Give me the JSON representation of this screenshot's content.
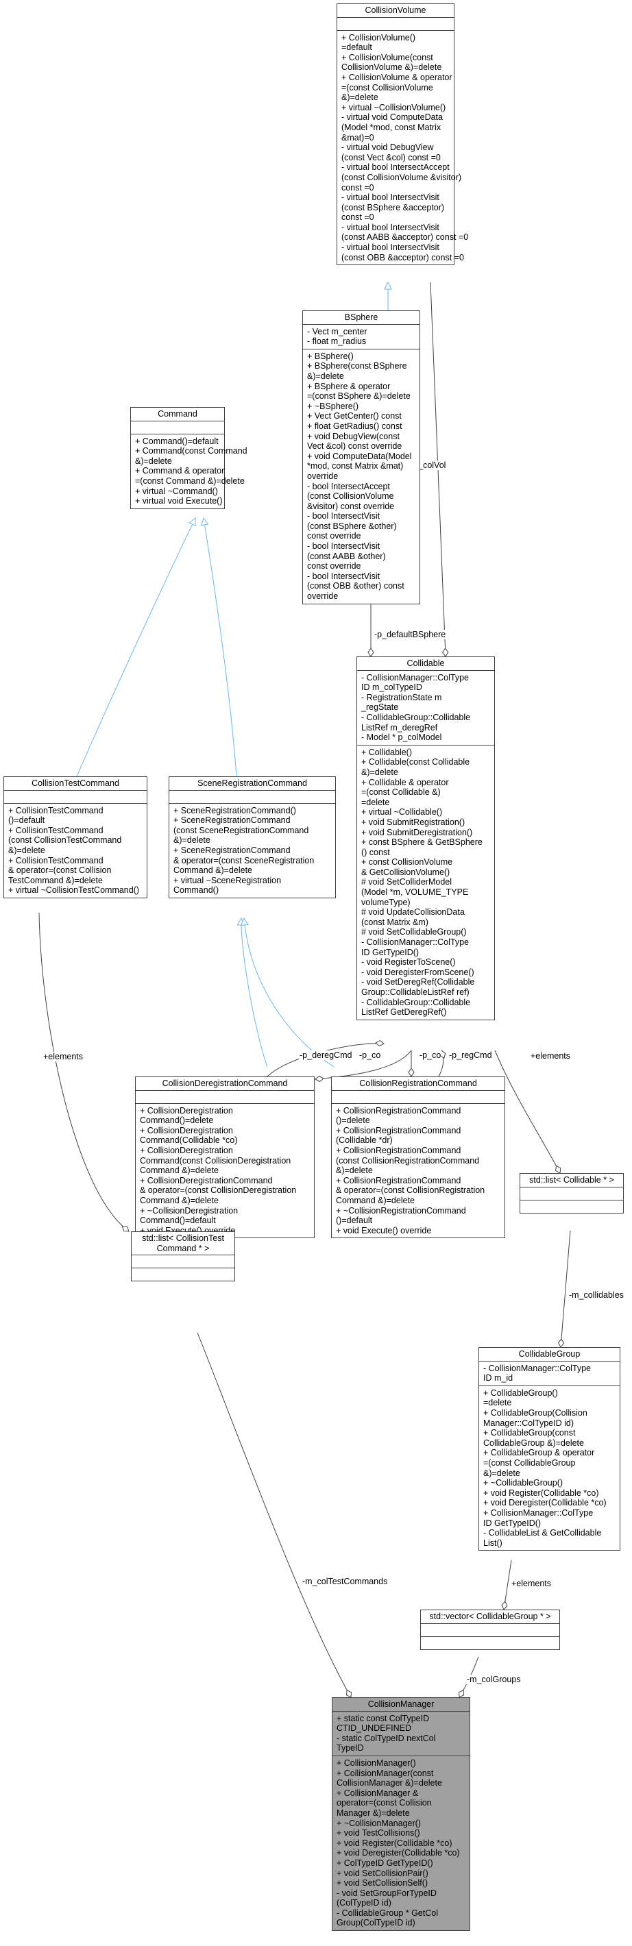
{
  "classes": {
    "CollisionVolume": {
      "title": "CollisionVolume",
      "attributes": [],
      "methods": [
        "+ CollisionVolume()",
        "=default",
        "+ CollisionVolume(const",
        " CollisionVolume &)=delete",
        "+ CollisionVolume & operator",
        "=(const CollisionVolume",
        " &)=delete",
        "+ virtual ~CollisionVolume()",
        "- virtual void ComputeData",
        "(Model *mod, const Matrix",
        " &mat)=0",
        "- virtual void DebugView",
        "(const Vect &col) const =0",
        "- virtual bool IntersectAccept",
        "(const CollisionVolume &visitor)",
        " const =0",
        "- virtual bool IntersectVisit",
        "(const BSphere &acceptor)",
        " const =0",
        "- virtual bool IntersectVisit",
        "(const AABB &acceptor) const =0",
        "- virtual bool IntersectVisit",
        "(const OBB &acceptor) const =0"
      ]
    },
    "BSphere": {
      "title": "BSphere",
      "attributes": [
        "- Vect m_center",
        "- float m_radius"
      ],
      "methods": [
        "+ BSphere()",
        "+ BSphere(const BSphere",
        " &)=delete",
        "+ BSphere & operator",
        "=(const BSphere &)=delete",
        "+ ~BSphere()",
        "+ Vect GetCenter() const",
        "+ float GetRadius() const",
        "+ void DebugView(const",
        " Vect &col) const override",
        "+ void ComputeData(Model",
        " *mod, const Matrix &mat)",
        " override",
        "- bool IntersectAccept",
        "(const CollisionVolume",
        " &visitor) const override",
        "- bool IntersectVisit",
        "(const BSphere &other)",
        " const override",
        "- bool IntersectVisit",
        "(const AABB &other)",
        " const override",
        "- bool IntersectVisit",
        "(const OBB &other) const",
        " override"
      ]
    },
    "Command": {
      "title": "Command",
      "attributes": [],
      "methods": [
        "+ Command()=default",
        "+ Command(const Command",
        " &)=delete",
        "+ Command & operator",
        "=(const Command &)=delete",
        "+ virtual ~Command()",
        "+ virtual void Execute()"
      ]
    },
    "Collidable": {
      "title": "Collidable",
      "attributes": [
        "- CollisionManager::ColType",
        "ID m_colTypeID",
        "- RegistrationState m",
        "_regState",
        "- CollidableGroup::Collidable",
        "ListRef m_deregRef",
        "- Model * p_colModel"
      ],
      "methods": [
        "+ Collidable()",
        "+ Collidable(const Collidable",
        " &)=delete",
        "+ Collidable & operator",
        "=(const Collidable &)",
        "=delete",
        "+ virtual ~Collidable()",
        "+ void SubmitRegistration()",
        "+ void SubmitDeregistration()",
        "+ const BSphere & GetBSphere",
        "() const",
        "+ const CollisionVolume",
        " & GetCollisionVolume()",
        "# void SetColliderModel",
        "(Model *m, VOLUME_TYPE",
        " volumeType)",
        "# void UpdateCollisionData",
        "(const Matrix &m)",
        "# void SetCollidableGroup()",
        "- CollisionManager::ColType",
        "ID GetTypeID()",
        "- void RegisterToScene()",
        "- void DeregisterFromScene()",
        "- void SetDeregRef(Collidable",
        "Group::CollidableListRef ref)",
        "- CollidableGroup::Collidable",
        "ListRef GetDeregRef()"
      ]
    },
    "CollisionTestCommand": {
      "title": "CollisionTestCommand",
      "attributes": [],
      "methods": [
        "+ CollisionTestCommand",
        "()=default",
        "+ CollisionTestCommand",
        "(const CollisionTestCommand",
        " &)=delete",
        "+ CollisionTestCommand",
        " & operator=(const Collision",
        "TestCommand &)=delete",
        "+ virtual ~CollisionTestCommand()"
      ]
    },
    "SceneRegistrationCommand": {
      "title": "SceneRegistrationCommand",
      "attributes": [],
      "methods": [
        "+ SceneRegistrationCommand()",
        "+ SceneRegistrationCommand",
        "(const SceneRegistrationCommand",
        " &)=delete",
        "+ SceneRegistrationCommand",
        " & operator=(const SceneRegistration",
        "Command &)=delete",
        "+ virtual ~SceneRegistration",
        "Command()"
      ]
    },
    "CollisionDeregistrationCommand": {
      "title": "CollisionDeregistrationCommand",
      "attributes": [],
      "methods": [
        "+ CollisionDeregistration",
        "Command()=delete",
        "+ CollisionDeregistration",
        "Command(Collidable *co)",
        "+ CollisionDeregistration",
        "Command(const CollisionDeregistration",
        "Command &)=delete",
        "+ CollisionDeregistrationCommand",
        " & operator=(const CollisionDeregistration",
        "Command &)=delete",
        "+ ~CollisionDeregistration",
        "Command()=default",
        "+ void Execute() override"
      ]
    },
    "CollisionRegistrationCommand": {
      "title": "CollisionRegistrationCommand",
      "attributes": [],
      "methods": [
        "+ CollisionRegistrationCommand",
        "()=delete",
        "+ CollisionRegistrationCommand",
        "(Collidable *dr)",
        "+ CollisionRegistrationCommand",
        "(const CollisionRegistrationCommand",
        " &)=delete",
        "+ CollisionRegistrationCommand",
        " & operator=(const CollisionRegistration",
        "Command &)=delete",
        "+ ~CollisionRegistrationCommand",
        "()=default",
        "+ void Execute() override"
      ]
    },
    "ListCollidable": {
      "title": "std::list< Collidable * >",
      "attributes": [],
      "methods": []
    },
    "ListCollisionTestCommand": {
      "title": [
        "std::list< CollisionTest",
        "Command * >"
      ],
      "attributes": [],
      "methods": []
    },
    "CollidableGroup": {
      "title": "CollidableGroup",
      "attributes": [
        "- CollisionManager::ColType",
        "ID m_id"
      ],
      "methods": [
        "+ CollidableGroup()",
        "=delete",
        "+ CollidableGroup(Collision",
        "Manager::ColTypeID id)",
        "+ CollidableGroup(const",
        " CollidableGroup &)=delete",
        "+ CollidableGroup & operator",
        "=(const CollidableGroup",
        " &)=delete",
        "+ ~CollidableGroup()",
        "+ void Register(Collidable *co)",
        "+ void Deregister(Collidable *co)",
        "+ CollisionManager::ColType",
        "ID GetTypeID()",
        "- CollidableList & GetCollidable",
        "List()"
      ]
    },
    "VectorCollidableGroup": {
      "title": "std::vector< CollidableGroup * >",
      "attributes": [],
      "methods": []
    },
    "CollisionManager": {
      "title": "CollisionManager",
      "attributes": [
        "+ static const ColTypeID",
        " CTID_UNDEFINED",
        "- static ColTypeID nextCol",
        "TypeID"
      ],
      "methods": [
        "+ CollisionManager()",
        "+ CollisionManager(const",
        " CollisionManager &)=delete",
        "+ CollisionManager &",
        " operator=(const Collision",
        "Manager &)=delete",
        "+ ~CollisionManager()",
        "+ void TestCollisions()",
        "+ void Register(Collidable *co)",
        "+ void Deregister(Collidable *co)",
        "+ ColTypeID GetTypeID()",
        "+ void SetCollisionPair()",
        "+ void SetCollisionSelf()",
        "- void SetGroupForTypeID",
        "(ColTypeID id)",
        "- CollidableGroup * GetCol",
        "Group(ColTypeID id)"
      ]
    }
  },
  "edges": {
    "p_colVol": "-p_colVol",
    "p_defaultBSphere": "-p_defaultBSphere",
    "elements_collidable": "+elements",
    "elements_testcmd": "+elements",
    "p_deregCmd": "-p_deregCmd",
    "p_co_dereg": "-p_co",
    "p_co_reg": "-p_co",
    "p_regCmd": "-p_regCmd",
    "m_collidables": "-m_collidables",
    "elements_group": "+elements",
    "m_colTestCommands": "-m_colTestCommands",
    "m_colGroups": "-m_colGroups"
  },
  "colors": {
    "inheritance": "#63b8ff",
    "association": "#404040",
    "highlight_fill": "#a0a0a0"
  }
}
